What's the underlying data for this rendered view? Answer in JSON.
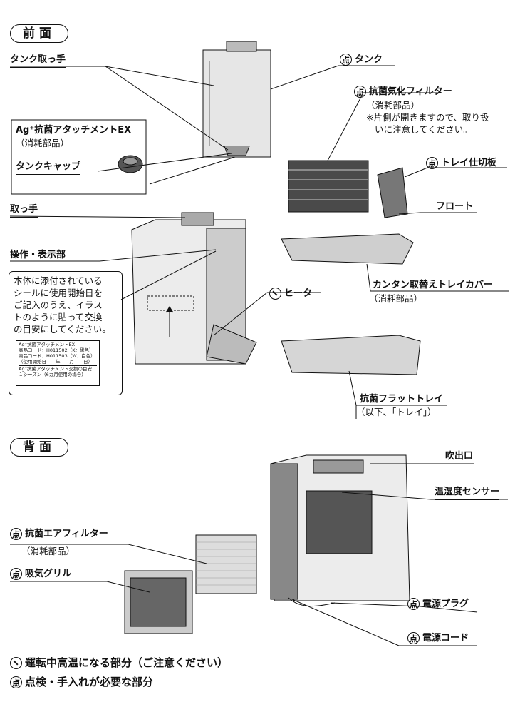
{
  "sections": {
    "front": "前面",
    "back": "背面"
  },
  "labels": {
    "tank_handle": "タンク取っ手",
    "tank": "タンク",
    "evap_filter": "抗菌気化フィルター",
    "consumable": "（消耗部品）",
    "evap_note_1": "※片側が開きますので、取り扱",
    "evap_note_2": "いに注意してください。",
    "ag_ex": "Ag⁺抗菌アタッチメントEX",
    "ag_consumable": "（消耗部品）",
    "tank_cap": "タンクキャップ",
    "tray_partition": "トレイ仕切板",
    "handle": "取っ手",
    "float": "フロート",
    "control_panel": "操作・表示部",
    "heater": "ヒータ",
    "tray_cover": "カンタン取替えトレイカバー",
    "tray_cover_consumable": "（消耗部品）",
    "tray": "抗菌フラットトレイ",
    "tray_sub": "（以下、「トレイ」）",
    "outlet": "吹出口",
    "humidity_sensor": "温湿度センサー",
    "air_filter": "抗菌エアフィルター",
    "air_filter_consumable": "（消耗部品）",
    "intake_grille": "吸気グリル",
    "power_plug": "電源プラグ",
    "power_cord": "電源コード"
  },
  "sticker_note": [
    "本体に添付されている",
    "シールに使用開始日を",
    "ご記入のうえ、イラス",
    "トのように貼って交換",
    "の目安にしてください。"
  ],
  "sticker": {
    "title": "Ag⁺抗菌アタッチメントEX",
    "line1": "商品コード：H011502（K：黒色）",
    "line2": "商品コード：H011503（W：白色）",
    "line3": "（使用開始日　　年　　月　　日）",
    "line4": "Ag⁺抗菌アタッチメント交換の目安",
    "line5": "１シーズン（6カ月使用の場合）"
  },
  "legend": {
    "hot_icon": "hot-surface-icon",
    "hot_text": "運転中高温になる部分（ご注意ください）",
    "check_icon_text": "点",
    "check_text": "点検・手入れが必要な部分"
  }
}
